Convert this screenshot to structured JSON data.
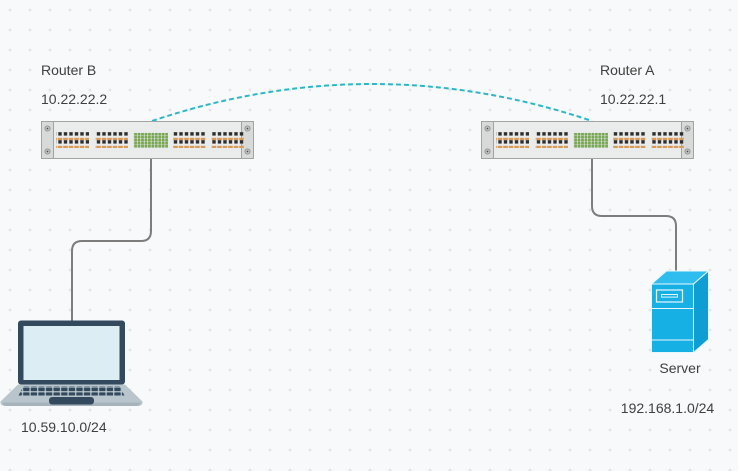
{
  "canvas": {
    "background": "#f8f9fa",
    "grid_dot_color": "#e2e4e7"
  },
  "nodes": {
    "router_b": {
      "name": "Router B",
      "ip": "10.22.22.2"
    },
    "router_a": {
      "name": "Router A",
      "ip": "10.22.22.1"
    },
    "laptop": {
      "subnet": "10.59.10.0/24"
    },
    "server": {
      "name": "Server",
      "subnet": "192.168.1.0/24"
    }
  },
  "links": {
    "tunnel": {
      "style": "dashed",
      "color": "#2bb7c9"
    },
    "lan_b": {
      "style": "solid",
      "color": "#7d7d7d"
    },
    "lan_a": {
      "style": "solid",
      "color": "#7d7d7d"
    }
  },
  "palette": {
    "router_body": "#eaebeb",
    "router_ear": "#d8d9d9",
    "router_border": "#a3a3a3",
    "port_orange": "#d89a55",
    "port_dark": "#2c2e30",
    "led_green": "#7ab648",
    "laptop_dark": "#334a5e",
    "laptop_screen": "#ddedf4",
    "laptop_base": "#b9c5cc",
    "laptop_base_edge": "#a7b3bb",
    "server_front": "#17b0e5",
    "server_side": "#0f9ed3",
    "server_top": "#2ebdee",
    "server_line": "#e8f7fd",
    "label_color": "#404040"
  }
}
